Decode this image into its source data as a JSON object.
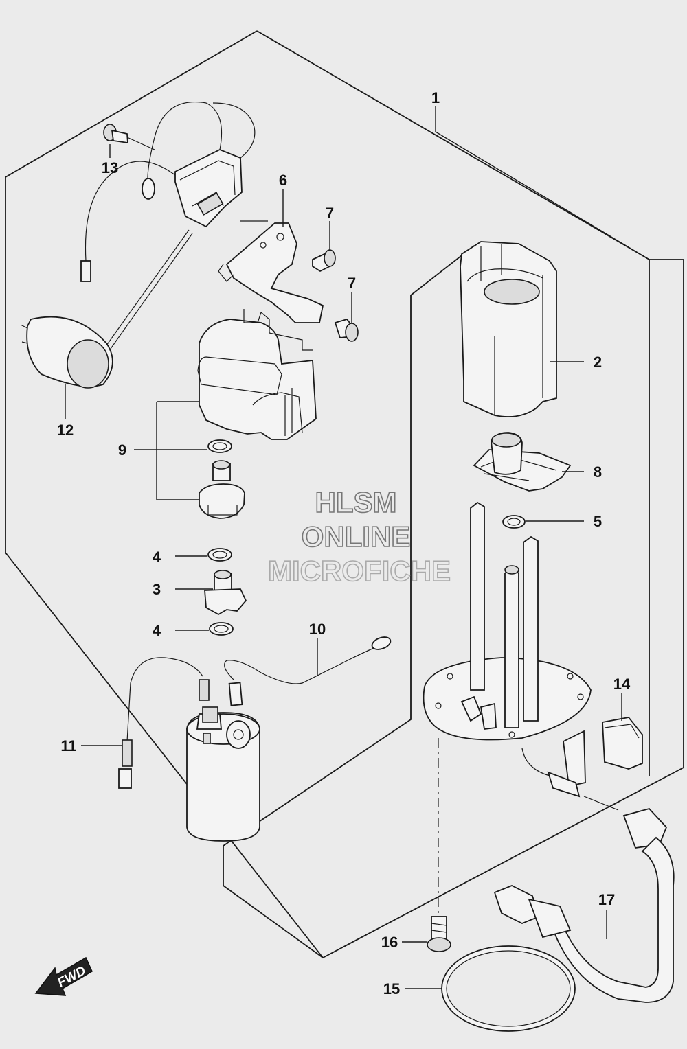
{
  "diagram": {
    "callouts": [
      {
        "id": "c1",
        "label": "1"
      },
      {
        "id": "c2",
        "label": "2"
      },
      {
        "id": "c3",
        "label": "3"
      },
      {
        "id": "c4a",
        "label": "4"
      },
      {
        "id": "c4b",
        "label": "4"
      },
      {
        "id": "c5",
        "label": "5"
      },
      {
        "id": "c6",
        "label": "6"
      },
      {
        "id": "c7a",
        "label": "7"
      },
      {
        "id": "c7b",
        "label": "7"
      },
      {
        "id": "c8",
        "label": "8"
      },
      {
        "id": "c9",
        "label": "9"
      },
      {
        "id": "c10",
        "label": "10"
      },
      {
        "id": "c11",
        "label": "11"
      },
      {
        "id": "c12",
        "label": "12"
      },
      {
        "id": "c13",
        "label": "13"
      },
      {
        "id": "c14",
        "label": "14"
      },
      {
        "id": "c15",
        "label": "15"
      },
      {
        "id": "c16",
        "label": "16"
      },
      {
        "id": "c17",
        "label": "17"
      }
    ],
    "watermark": {
      "line1": "HLSM",
      "line2": "ONLINE",
      "line3": "MICROFICHE"
    },
    "direction_label": "FWD"
  }
}
